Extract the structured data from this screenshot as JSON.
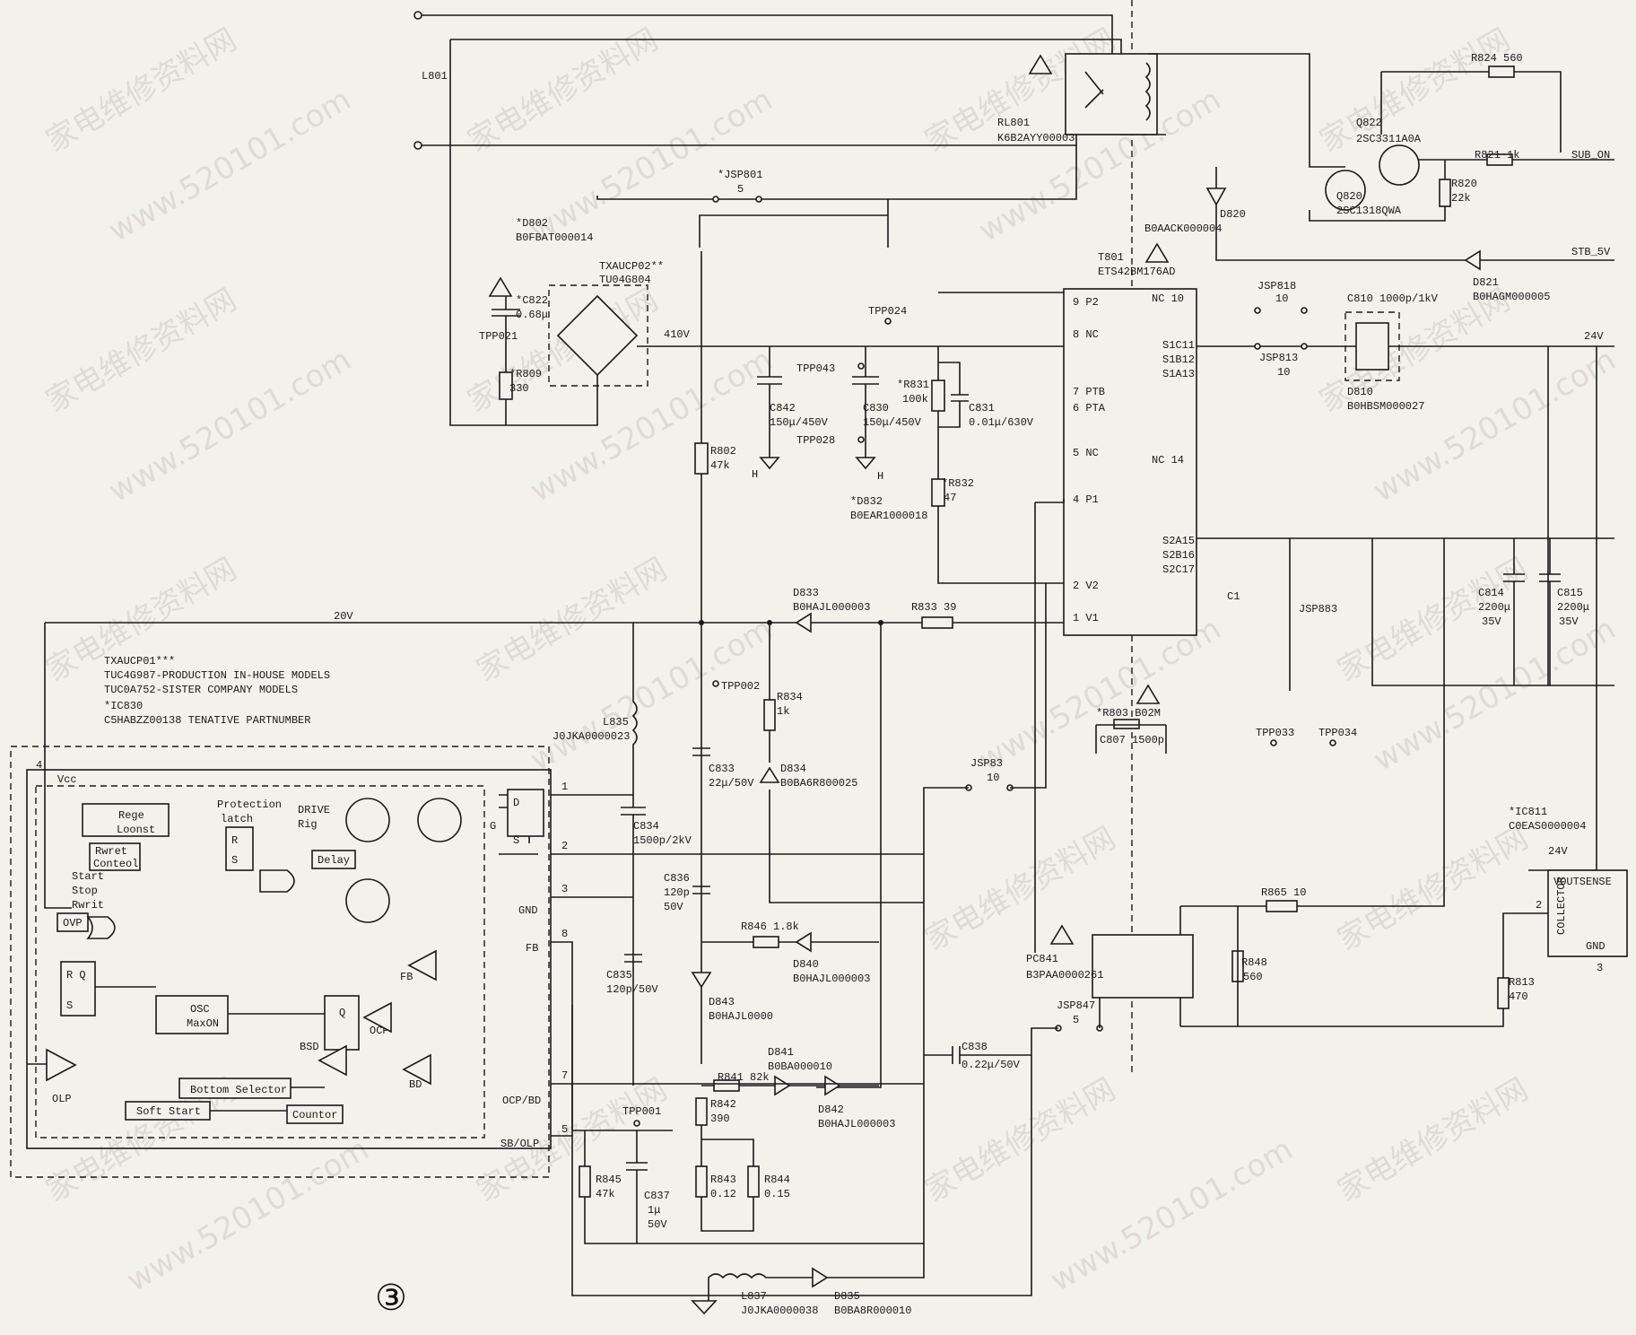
{
  "watermarks": [
    "家电维修资料网",
    "www.520101.com"
  ],
  "page_number": "③",
  "top": {
    "l801": "L801",
    "rl801": "RL801",
    "rl801_pn": "K6B2AYY00003",
    "jsp801": "*JSP801",
    "jsp801_v": "5",
    "d802": "*D802",
    "d802_pn": "B0FBAT000014",
    "c822": "*C822",
    "c822_v": "0.68μ",
    "tpp021": "TPP021",
    "r809": "*R809",
    "r809_v": "330",
    "txaucp02": "TXAUCP02**",
    "tuc": "TU04G804",
    "v410": "410V",
    "tpp024": "TPP024",
    "tpp043": "TPP043",
    "tpp028": "TPP028",
    "c842": "C842",
    "c842_v": "150μ/450V",
    "c830": "C830",
    "c830_v": "150μ/450V",
    "r831": "*R831",
    "r831_v": "100k",
    "c831": "C831",
    "c831_v": "0.01μ/630V",
    "r802": "R802",
    "r802_v": "47k",
    "r832": "*R832",
    "r832_v": "47",
    "d832": "*D832",
    "d832_pn": "B0EAR1000018",
    "h": "H"
  },
  "transformer": {
    "ref": "T801",
    "pn": "ETS42BM176AD",
    "pins": [
      "9 P2",
      "8 NC",
      "7 PTB",
      "6 PTA",
      "5 NC",
      "4 P1",
      "2 V2",
      "1 V1"
    ],
    "rpins": [
      "NC 10",
      "S1C11",
      "S1B12",
      "S1A13",
      "NC 14",
      "S2A15",
      "S2B16",
      "S2C17"
    ],
    "c1": "C1"
  },
  "right": {
    "r824": "R824 560",
    "q822": "Q822",
    "q822_pn": "2SC3311A0A",
    "r821": "R821 1k",
    "sub_on": "SUB_ON",
    "r820": "R820",
    "r820_v": "22k",
    "q820": "Q820",
    "q820_pn": "2SC1318QWA",
    "d820": "D820",
    "d820_pn": "B0AACK000004",
    "stb": "STB_5V",
    "d821": "D821",
    "d821_pn": "B0HAGM000005",
    "jsp818": "JSP818",
    "jsp818_v": "10",
    "jsp813": "JSP813",
    "jsp813_v": "10",
    "d810": "D810",
    "d810_pn": "B0HBSM000027",
    "c810": "C810 1000p/1kV",
    "v24": "24V",
    "jsp883": "JSP883",
    "c814": "C814",
    "c814_v": "2200μ",
    "c814_vv": "35V",
    "c815": "C815",
    "c815_v": "2200μ",
    "c815_vv": "35V",
    "r803": "*R803 B02M",
    "c807": "C807 1500p",
    "tpp033": "TPP033",
    "tpp034": "TPP034",
    "ic811": "*IC811",
    "ic811_pn": "C0EAS0000004",
    "ic811_24": "24V",
    "vout": "VOUTSENSE",
    "collector": "COLLECTOR",
    "gnd": "GND",
    "pin2": "2",
    "pin3": "3",
    "r813": "R813",
    "r813_v": "470",
    "r865": "R865 10",
    "r848": "R848",
    "r848_v": "560",
    "pc841": "PC841",
    "pc841_pn": "B3PAA0000261",
    "jsp847": "JSP847",
    "jsp847_v": "5",
    "jsp83": "JSP83",
    "jsp83_v": "10"
  },
  "middle": {
    "v20": "20V",
    "note1": "TXAUCP01***",
    "note2": "TUC4G987-PRODUCTION IN-HOUSE MODELS",
    "note3": "TUC0A752-SISTER COMPANY MODELS",
    "note4": "*IC830",
    "note5": "C5HABZZ00138 TENATIVE PARTNUMBER",
    "d833": "D833",
    "d833_pn": "B0HAJL000003",
    "r833": "R833 39",
    "tpp002": "TPP002",
    "r834": "R834",
    "r834_v": "1k",
    "l835": "L835",
    "l835_pn": "J0JKA0000023",
    "c833": "C833",
    "c833_v": "22μ/50V",
    "d834": "D834",
    "d834_pn": "B0BA6R800025",
    "c834": "C834",
    "c834_v": "1500p/2kV",
    "c836": "C836",
    "c836_v": "120p",
    "c836_vv": "50V",
    "r846": "R846 1.8k",
    "d840": "D840",
    "d840_pn": "B0HAJL000003",
    "c835": "C835",
    "c835_v": "120p/50V",
    "d843": "D843",
    "d843_pn": "B0HAJL0000",
    "d841": "D841",
    "d841_pn": "B0BA000010",
    "r841": "R841 82k",
    "d842": "D842",
    "d842_pn": "B0HAJL000003",
    "c838": "C838",
    "c838_v": "0.22μ/50V",
    "tpp001": "TPP001",
    "r842": "R842",
    "r842_v": "390",
    "r845": "R845",
    "r845_v": "47k",
    "c837": "C837",
    "c837_v": "1μ",
    "c837_vv": "50V",
    "r843": "R843",
    "r843_v": "0.12",
    "r844": "R844",
    "r844_v": "0.15",
    "l837": "L837",
    "l837_pn": "J0JKA0000038",
    "d835": "D835",
    "d835_pn": "B0BA8R000010"
  },
  "ic": {
    "vcc": "Vcc",
    "pin4": "4",
    "pin1": "1",
    "pin2": "2",
    "pin3": "3",
    "pin8": "8",
    "pin7": "7",
    "pin5": "5",
    "rege": "Rege",
    "loonst": "Loonst",
    "protection": "Protection",
    "latch": "latch",
    "drive": "DRIVE",
    "rig": "Rig",
    "rwret": "Rwret",
    "conteol": "Conteol",
    "start": "Start",
    "stop": "Stop",
    "rwrit": "Rwrit",
    "delay": "Delay",
    "ovp": "OVP",
    "gnd": "GND",
    "fb": "FB",
    "osc": "OSC",
    "maxon": "MaxON",
    "ocp": "OCP",
    "bsd": "BSD",
    "bd": "BD",
    "olp": "OLP",
    "bottom": "Bottom Selector",
    "soft": "Soft Start",
    "counter": "Countor",
    "ocpbd": "OCP/BD",
    "sbolp": "SB/OLP",
    "rq": "R Q",
    "s": "S",
    "r": "R",
    "s2": "S",
    "q": "Q",
    "d": "D",
    "g": "G",
    "s3": "S"
  }
}
